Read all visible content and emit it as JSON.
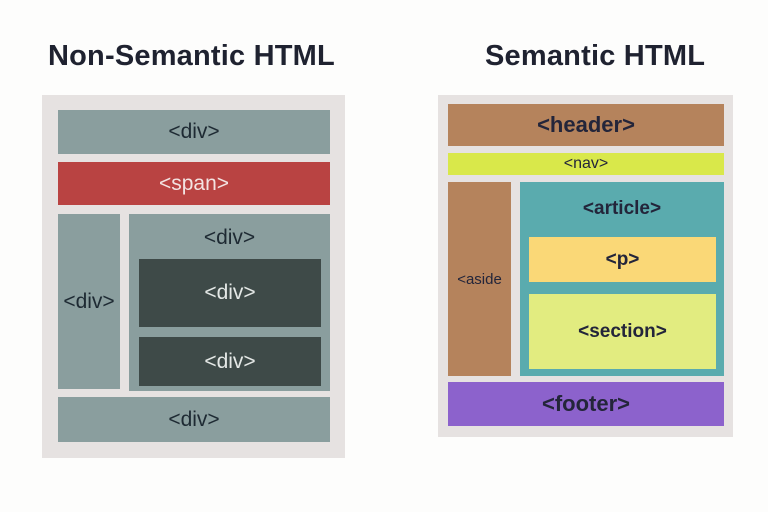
{
  "titles": {
    "left": "Non-Semantic HTML",
    "right": "Semantic HTML"
  },
  "non_semantic": {
    "top_div": "<div>",
    "span": "<span>",
    "sidebar_div": "<div>",
    "container_div": "<div>",
    "inner_div_1": "<div>",
    "inner_div_2": "<div>",
    "bottom_div": "<div>"
  },
  "semantic": {
    "header": "<header>",
    "nav": "<nav>",
    "aside": "<aside",
    "article": "<article>",
    "p": "<p>",
    "section": "<section>",
    "footer": "<footer>"
  },
  "colors": {
    "panel": "#e6e2e1",
    "div_gray": "#8a9e9e",
    "div_dark": "#3e4a48",
    "span_red": "#b94342",
    "header": "#b5835c",
    "nav": "#d9e84a",
    "aside": "#b5835c",
    "article": "#5aabae",
    "p": "#fad877",
    "section": "#e2ec80",
    "footer": "#8c62cc"
  }
}
